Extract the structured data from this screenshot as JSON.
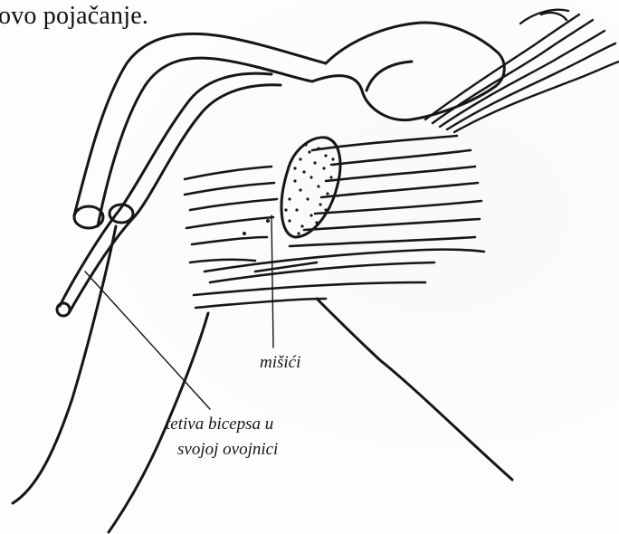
{
  "heading": "ovo pojačanje.",
  "labels": {
    "muscles": "mišići",
    "tendon_line1": "tetiva bicepsa u",
    "tendon_line2": "svojoj ovojnici"
  },
  "colors": {
    "ink": "#161616",
    "paper": "#fdfdfc"
  }
}
